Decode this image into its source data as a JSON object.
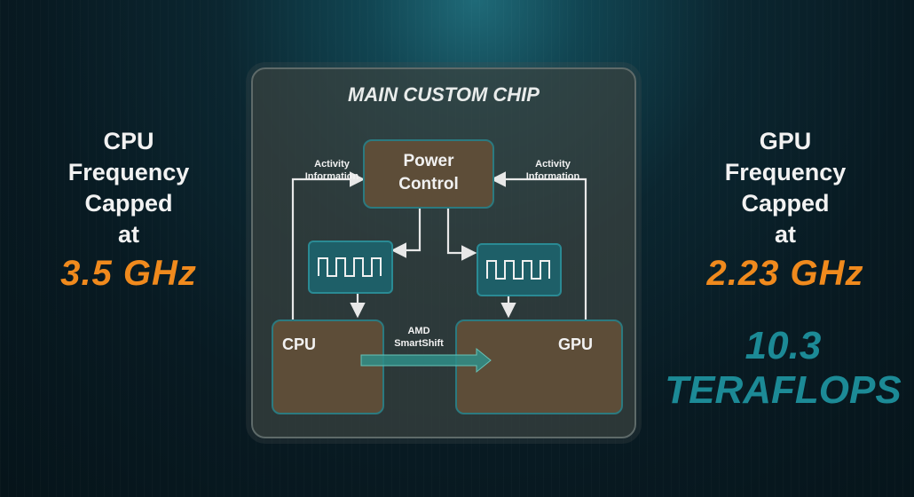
{
  "left_panel": {
    "lines": [
      "CPU",
      "Frequency",
      "Capped",
      "at"
    ],
    "value": "3.5 GHz"
  },
  "right_panel": {
    "lines": [
      "GPU",
      "Frequency",
      "Capped",
      "at"
    ],
    "value": "2.23 GHz",
    "performance_value": "10.3",
    "performance_unit": "TERAFLOPS"
  },
  "chip": {
    "title": "MAIN CUSTOM CHIP",
    "power_control": [
      "Power",
      "Control"
    ],
    "activity_left": [
      "Activity",
      "Information"
    ],
    "activity_right": [
      "Activity",
      "Information"
    ],
    "cpu_label": "CPU",
    "gpu_label": "GPU",
    "smartshift": [
      "AMD",
      "SmartShift"
    ]
  },
  "colors": {
    "accent_orange": "#f08a1d",
    "accent_teal": "#1c8a96",
    "box_brown": "#5d4d38",
    "clock_teal": "#1e5f68"
  }
}
